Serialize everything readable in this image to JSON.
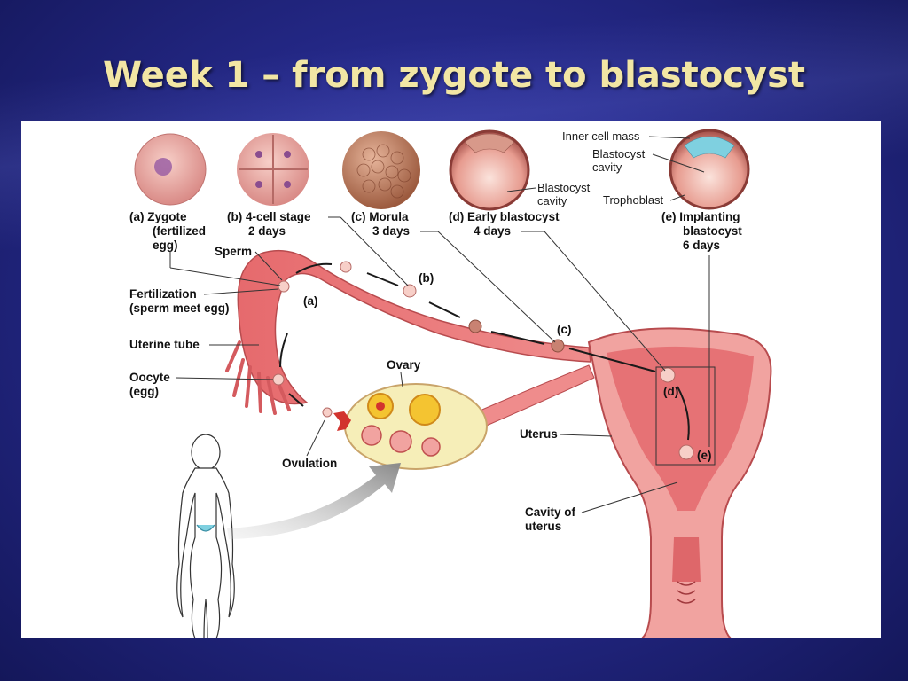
{
  "slide": {
    "title": "Week 1 – from zygote to blastocyst"
  },
  "stages": [
    {
      "letter": "(a)",
      "name": "Zygote",
      "lines": [
        "(fertilized",
        "egg)"
      ]
    },
    {
      "letter": "(b)",
      "name": "4-cell stage",
      "lines": [
        "2 days"
      ]
    },
    {
      "letter": "(c)",
      "name": "Morula",
      "lines": [
        "3 days"
      ]
    },
    {
      "letter": "(d)",
      "name": "Early blastocyst",
      "lines": [
        "4 days"
      ]
    },
    {
      "letter": "(e)",
      "name": "Implanting",
      "lines": [
        "blastocyst",
        "6 days"
      ]
    }
  ],
  "labels": {
    "inner_cell_mass": "Inner cell mass",
    "blastocyst_cavity_1": "Blastocyst",
    "blastocyst_cavity_2": "cavity",
    "trophoblast": "Trophoblast",
    "sperm": "Sperm",
    "fertilization_1": "Fertilization",
    "fertilization_2": "(sperm meet egg)",
    "uterine_tube": "Uterine tube",
    "oocyte_1": "Oocyte",
    "oocyte_2": "(egg)",
    "ovary": "Ovary",
    "ovulation": "Ovulation",
    "uterus": "Uterus",
    "cavity_uterus_1": "Cavity of",
    "cavity_uterus_2": "uterus"
  },
  "markers": {
    "a": "(a)",
    "b": "(b)",
    "c": "(c)",
    "d": "(d)",
    "e": "(e)"
  },
  "colors": {
    "title": "#f2e6a4",
    "tissue": "#e8797a",
    "ovary": "#f6eeb8",
    "icm": "#7fd0e0"
  }
}
